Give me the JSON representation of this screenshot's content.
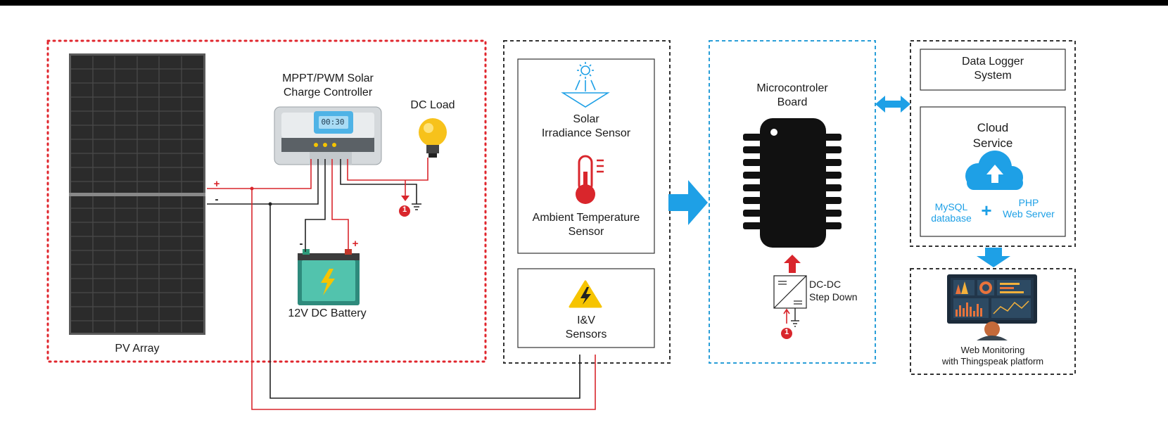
{
  "pv_section": {
    "panel_label": "PV Array",
    "controller_label_line1": "MPPT/PWM Solar",
    "controller_label_line2": "Charge Controller",
    "controller_display": "00:30",
    "load_label": "DC Load",
    "battery_label": "12V DC Battery",
    "plus": "+",
    "minus": "-",
    "marker": "1"
  },
  "sensors_section": {
    "irradiance_line1": "Solar",
    "irradiance_line2": "Irradiance Sensor",
    "temperature_line1": "Ambient Temperature",
    "temperature_line2": "Sensor",
    "iv_line1": "I&V",
    "iv_line2": "Sensors"
  },
  "mcu_section": {
    "title_line1": "Microcontroler",
    "title_line2": "Board",
    "dcdc_line1": "DC-DC",
    "dcdc_line2": "Step Down",
    "marker": "1"
  },
  "cloud_section": {
    "logger_line1": "Data Logger",
    "logger_line2": "System",
    "cloud_line1": "Cloud",
    "cloud_line2": "Service",
    "mysql_line1": "MySQL",
    "mysql_line2": "database",
    "plus": "+",
    "php_line1": "PHP",
    "php_line2": "Web Server",
    "web_line1": "Web Monitoring",
    "web_line2": "with Thingspeak platform"
  },
  "colors": {
    "pv_border": "#e0262d",
    "sensor_border": "#333333",
    "mcu_border": "#2a9fd8",
    "accent_blue": "#1ea0e6",
    "wire_red": "#d9262c",
    "wire_black": "#222222"
  }
}
